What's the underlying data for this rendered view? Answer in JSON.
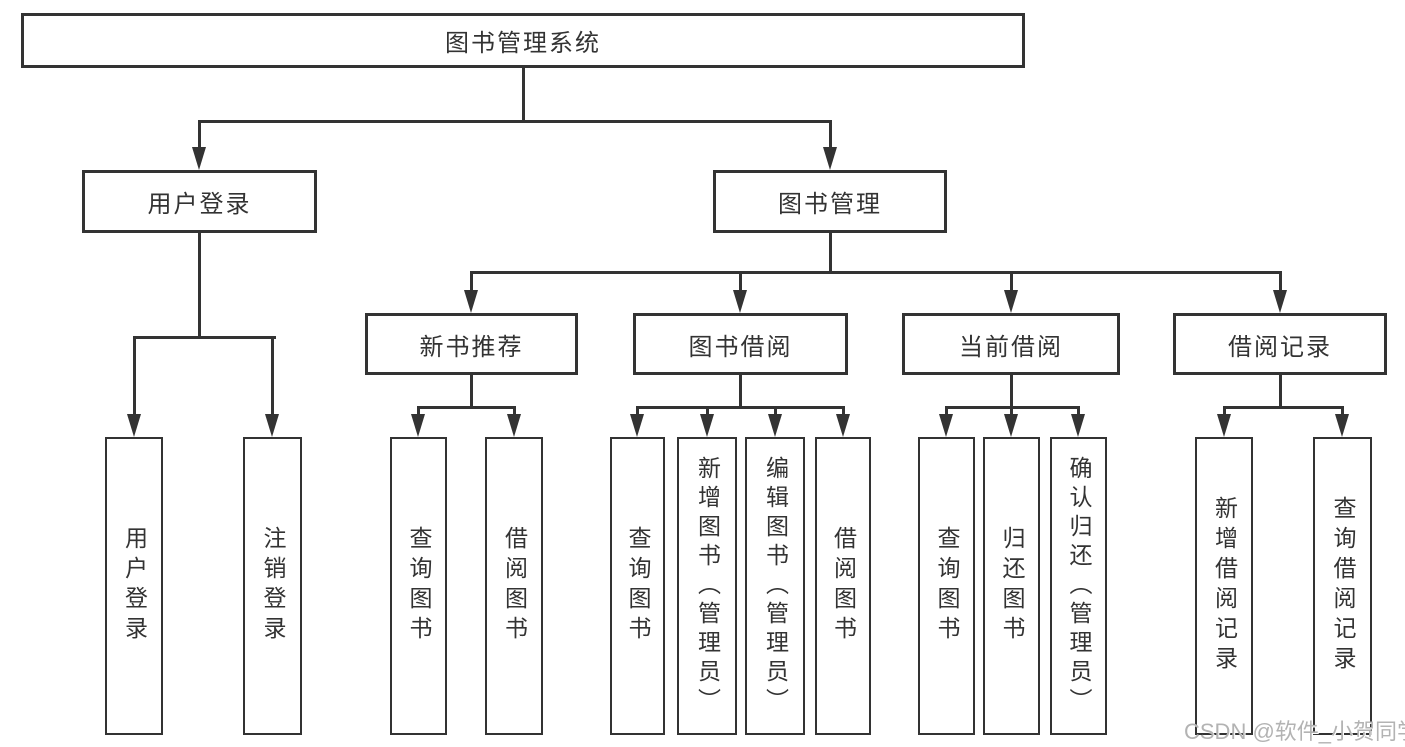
{
  "diagram": {
    "type": "tree",
    "colors": {
      "stroke": "#333333",
      "text": "#333333",
      "background": "#ffffff",
      "watermark": "#b3b3b3"
    }
  },
  "tree": {
    "root": {
      "label": "图书管理系统",
      "children": [
        {
          "label": "用户登录",
          "children": [
            {
              "label": "用户登录"
            },
            {
              "label": "注销登录"
            }
          ]
        },
        {
          "label": "图书管理",
          "children": [
            {
              "label": "新书推荐",
              "children": [
                {
                  "label": "查询图书"
                },
                {
                  "label": "借阅图书"
                }
              ]
            },
            {
              "label": "图书借阅",
              "children": [
                {
                  "label": "查询图书"
                },
                {
                  "label": "新增图书（管理员）"
                },
                {
                  "label": "编辑图书（管理员）"
                },
                {
                  "label": "借阅图书"
                }
              ]
            },
            {
              "label": "当前借阅",
              "children": [
                {
                  "label": "查询图书"
                },
                {
                  "label": "归还图书"
                },
                {
                  "label": "确认归还（管理员）"
                }
              ]
            },
            {
              "label": "借阅记录",
              "children": [
                {
                  "label": "新增借阅记录"
                },
                {
                  "label": "查询借阅记录"
                }
              ]
            }
          ]
        }
      ]
    }
  },
  "watermark": {
    "text": "CSDN @软件_小贺同学"
  }
}
